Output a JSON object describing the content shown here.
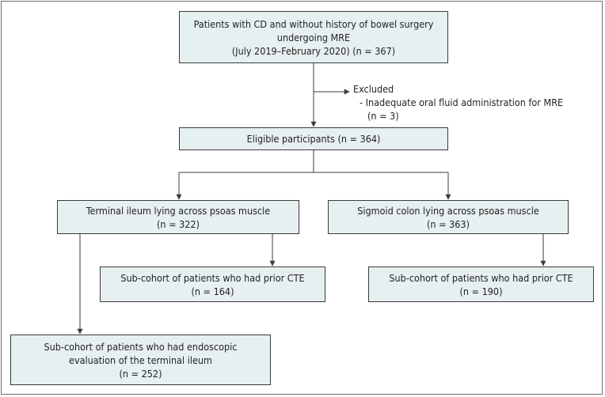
{
  "boxes": {
    "start": [
      "Patients with CD and without history of bowel surgery",
      "undergoing MRE",
      "(July 2019–February 2020) (n = 367)"
    ],
    "eligible": [
      "Eligible participants (n = 364)"
    ],
    "terminal": [
      "Terminal ileum lying across psoas muscle",
      "(n = 322)"
    ],
    "sigmoid": [
      "Sigmoid colon lying across psoas muscle",
      "(n = 363)"
    ],
    "ti_cte": [
      "Sub-cohort of patients who had prior CTE",
      "(n = 164)"
    ],
    "sc_cte": [
      "Sub-cohort of patients who had prior CTE",
      "(n = 190)"
    ],
    "endo": [
      "Sub-cohort of patients who had endoscopic",
      "evaluation of the terminal ileum",
      "(n = 252)"
    ]
  },
  "excluded": {
    "title": "Excluded",
    "reason": "- Inadequate oral fluid administration for MRE",
    "count": "(n = 3)"
  }
}
